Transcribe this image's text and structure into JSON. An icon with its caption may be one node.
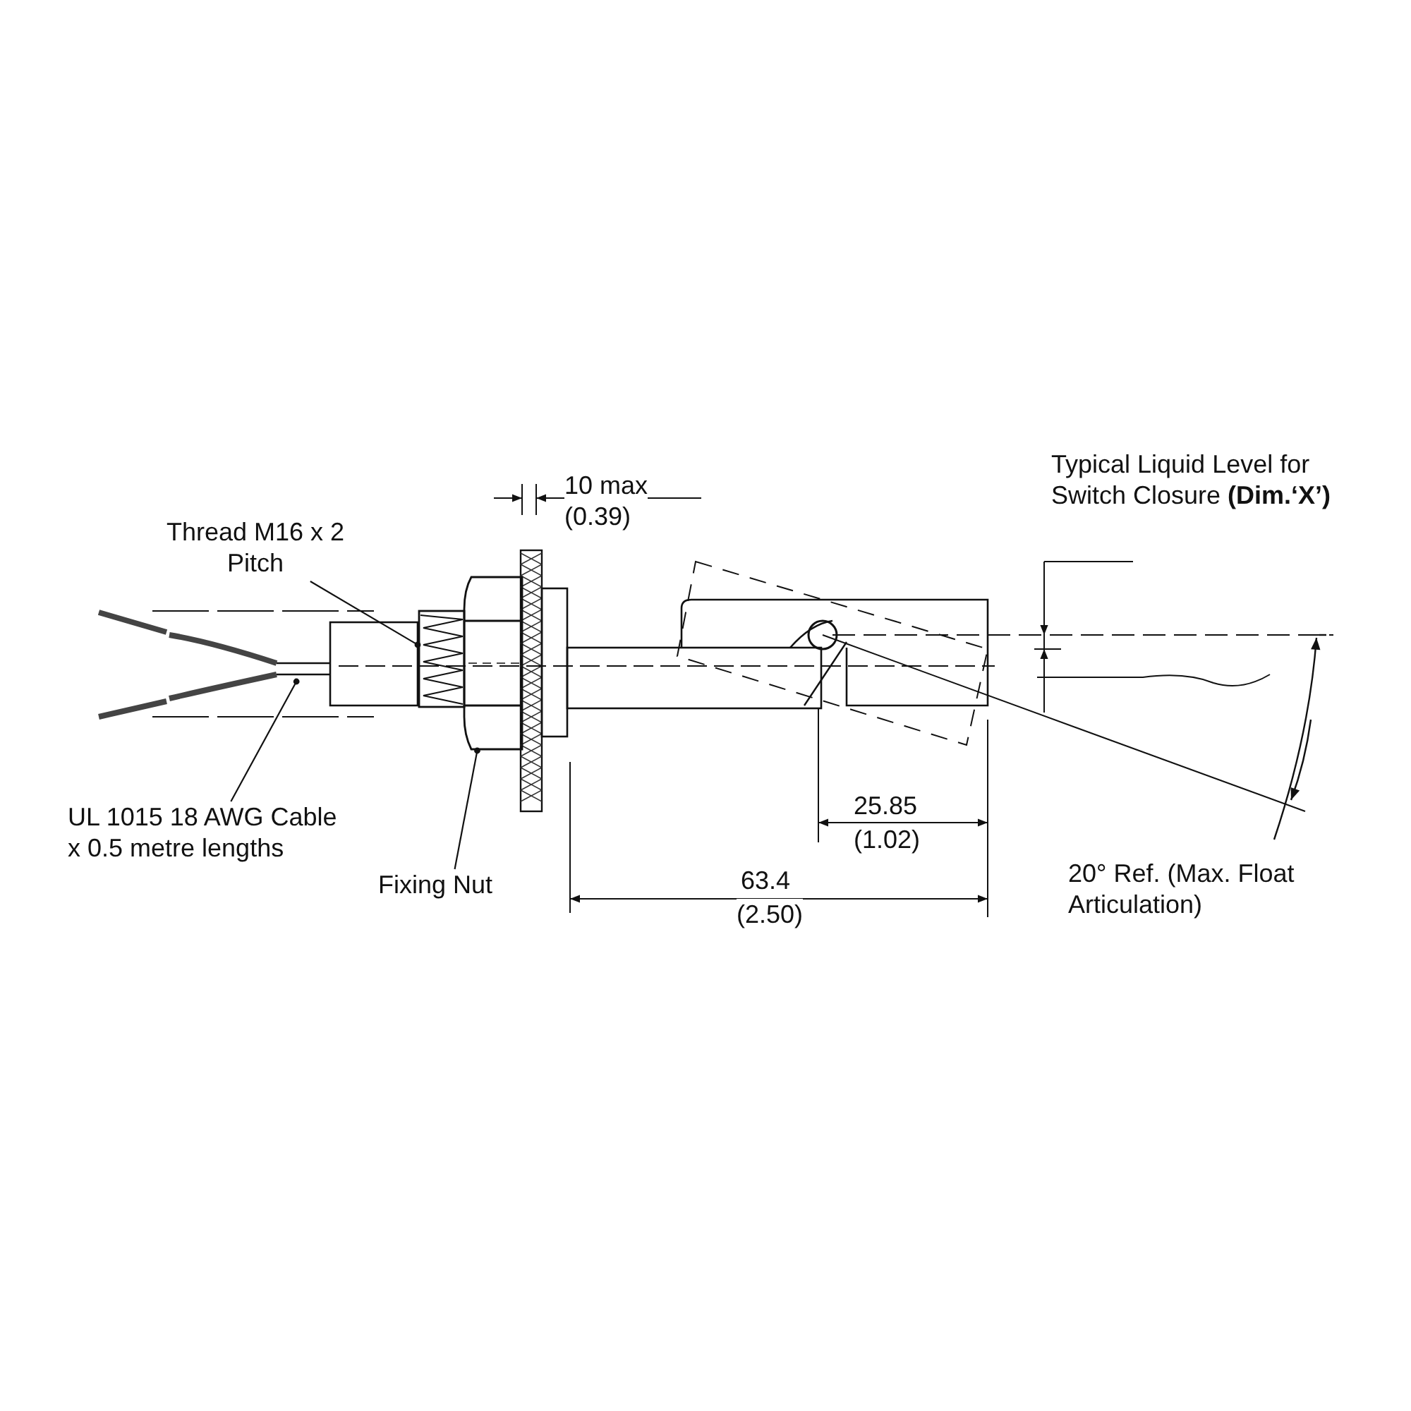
{
  "diagram": {
    "nodes": [
      {
        "text": [
          "Thread M16 x 2 Pitch"
        ]
      },
      {
        "text": [],
        "shape": "picture"
      },
      {
        "text": [
          "UL 1015 18 AWG Cable x 0.5 metre lengths"
        ]
      },
      {
        "text": [],
        "shape": "picture"
      },
      {
        "text": [
          "Fixing Nut"
        ]
      },
      {
        "text": [],
        "shape": "picture"
      }
    ],
    "edges": [
      {
        "from": 0,
        "to": 1,
        "arrow": "other"
      },
      {
        "from": 2,
        "to": 3,
        "arrow": "other"
      },
      {
        "from": 4,
        "to": 5,
        "arrow": "other"
      }
    ],
    "labels": [
      "10 max",
      "(0.39)",
      "Typical Liquid Level for Switch Closure **(Dim.‘X’)**",
      "25.85",
      "(1.02)",
      "63.4",
      "(2.50)",
      "20° Ref. (Max. Float Articulation)"
    ]
  }
}
